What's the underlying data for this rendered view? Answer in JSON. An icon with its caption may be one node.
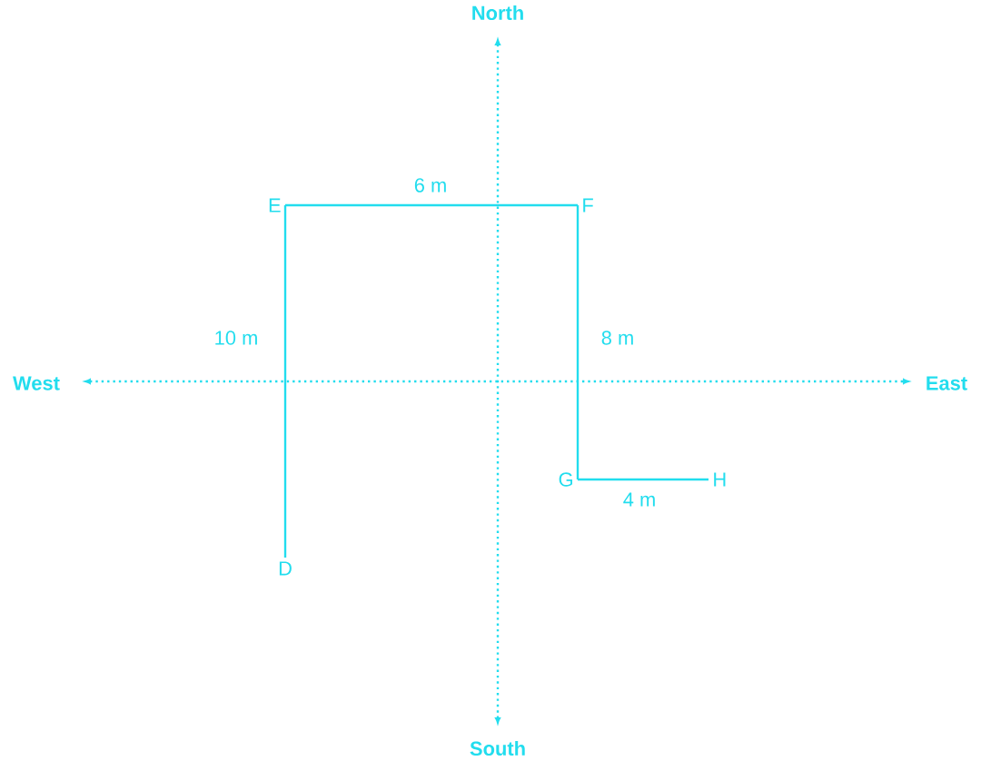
{
  "diagram": {
    "nodes": [
      {
        "text": [
          "D"
        ]
      },
      {
        "text": [
          "E"
        ]
      },
      {
        "text": [
          "F"
        ]
      },
      {
        "text": [
          "G"
        ]
      },
      {
        "text": [
          "H"
        ]
      }
    ],
    "edges": [
      {
        "from": 0,
        "to": 1,
        "arrow": "none",
        "label": "10 m"
      },
      {
        "from": 1,
        "to": 2,
        "arrow": "none",
        "label": "6 m"
      },
      {
        "from": 2,
        "to": 3,
        "arrow": "none",
        "label": "8 m"
      },
      {
        "from": 3,
        "to": 4,
        "arrow": "none",
        "label": "4 m"
      }
    ],
    "labels": [
      "North",
      "South",
      "West",
      "East"
    ]
  }
}
